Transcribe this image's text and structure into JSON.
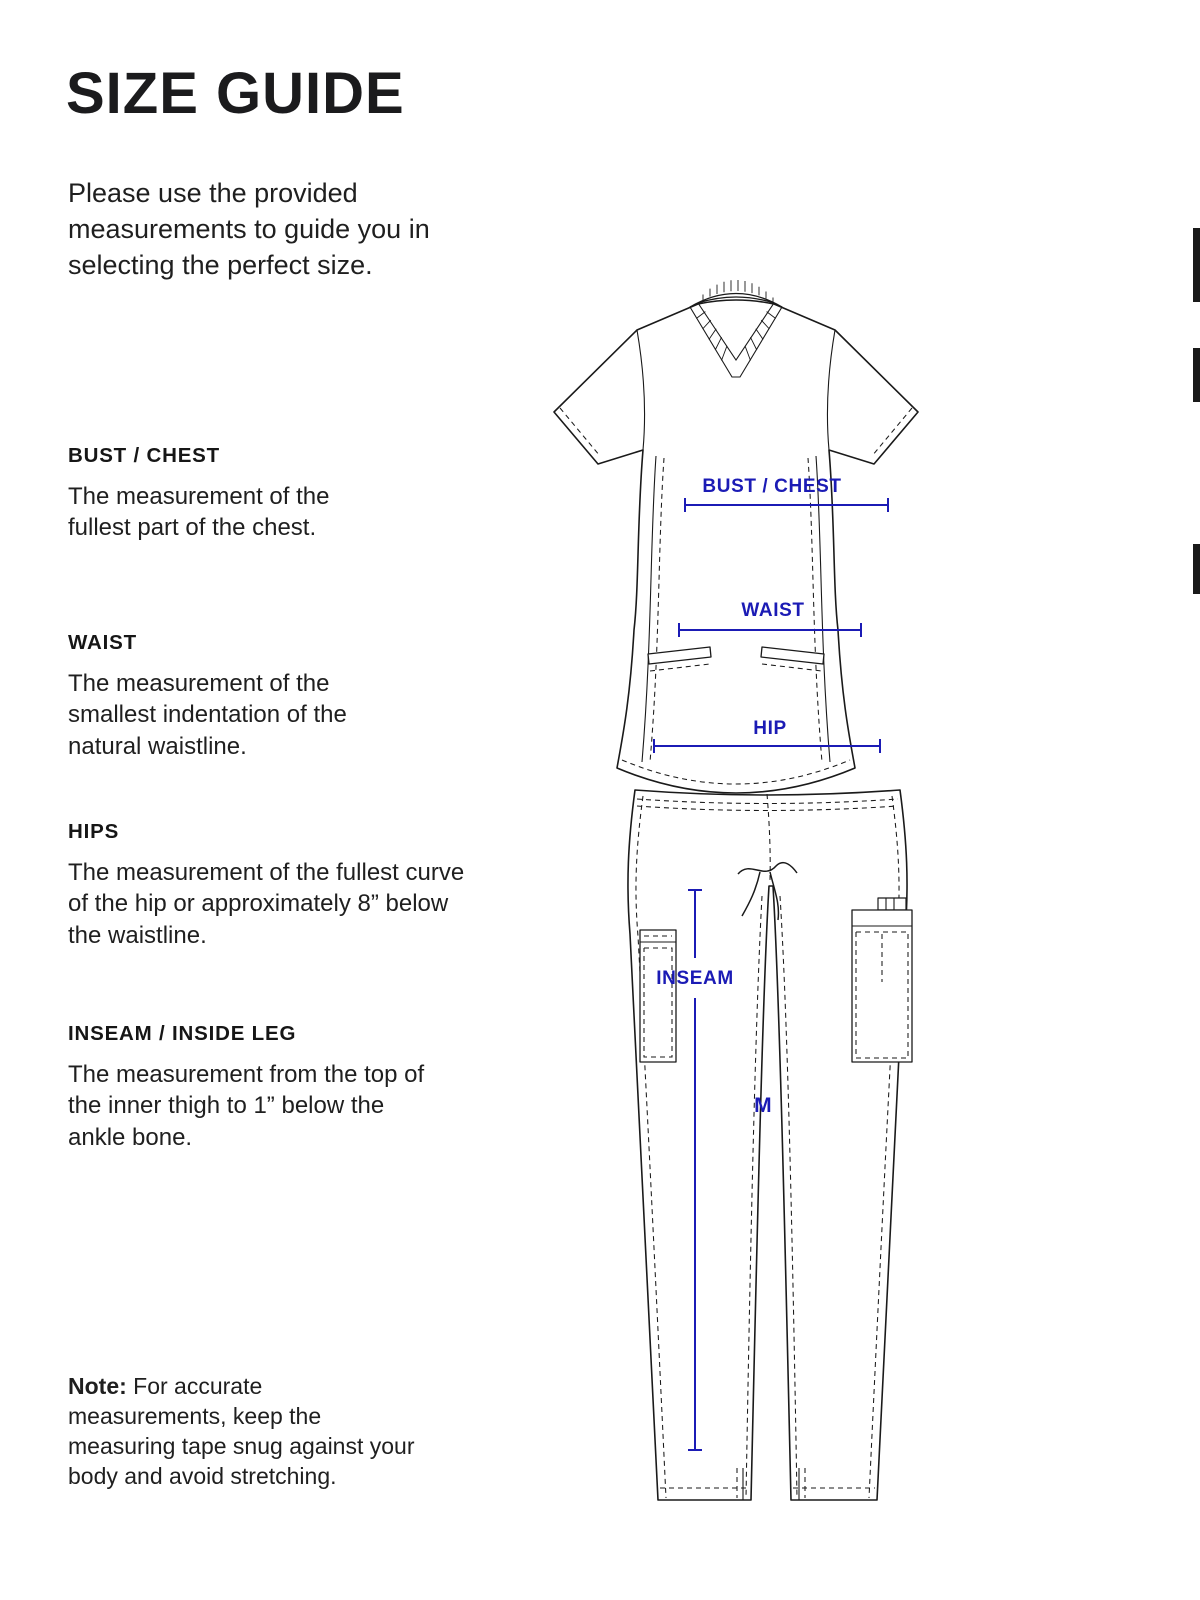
{
  "page": {
    "title": "SIZE GUIDE",
    "intro": "Please use the provided measurements to guide you in selecting the perfect size.",
    "sections": [
      {
        "heading": "BUST / CHEST",
        "body": "The measurement of the fullest part of the chest."
      },
      {
        "heading": "WAIST",
        "body": "The measurement of the smallest indentation of the natural waistline."
      },
      {
        "heading": "HIPS",
        "body": "The measurement of the fullest curve of the hip or approximately 8” below the waistline."
      },
      {
        "heading": "INSEAM / INSIDE LEG",
        "body": "The measurement from the top of the inner thigh to 1” below the ankle bone."
      }
    ],
    "note": {
      "label": "Note:",
      "body": "For accurate measurements, keep the measuring tape snug against your body and avoid stretching."
    }
  },
  "diagram": {
    "labels": {
      "bust": "BUST / CHEST",
      "waist": "WAIST",
      "hip": "HIP",
      "inseam": "INSEAM",
      "size": "M"
    },
    "colors": {
      "annotation": "#1b1bb5",
      "outline": "#1a1a1a"
    }
  }
}
